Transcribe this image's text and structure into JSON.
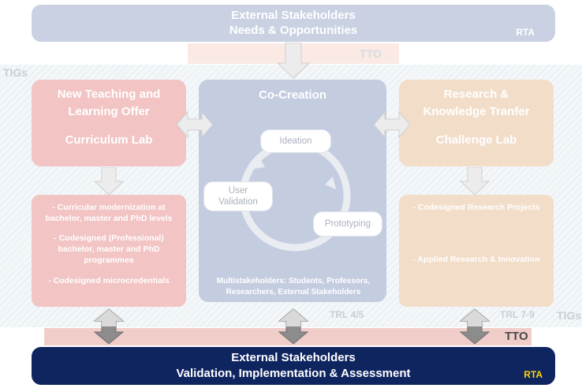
{
  "top": {
    "line1": "External Stakeholders",
    "line2": "Needs & Opportunities",
    "tag": "RTA"
  },
  "tto_top": "TTO",
  "tigs_left": "TIGs",
  "tigs_right": "TIGs",
  "left": {
    "title1": "New Teaching and",
    "title2": "Learning Offer",
    "lab": "Curriculum Lab",
    "items": [
      "- Curricular modernization at bachelor, master and PhD levels",
      "- Codesigned (Professional) bachelor, master and PhD programmes",
      "- Codesigned microcredentials"
    ]
  },
  "center": {
    "title": "Co-Creation",
    "cycle": [
      "Ideation",
      "Prototyping",
      "User Validation"
    ],
    "footer": "Multistakeholders: Students, Professors, Researchers, External Stakeholders"
  },
  "right": {
    "title1": "Research &",
    "title2": "Knowledge Tranfer",
    "lab": "Challenge Lab",
    "items": [
      "- Codesigned Research Projects",
      "- Applied Research & Innovation"
    ]
  },
  "trl_left": "TRL 4/5",
  "trl_right": "TRL 7-9",
  "tto_bottom": "TTO",
  "bottom": {
    "line1": "External Stakeholders",
    "line2": "Validation, Implementation & Assessment",
    "tag": "RTA"
  },
  "colors": {
    "navy": "#0f2560",
    "pink": "#f2c4c4",
    "tan": "#f2ddc9",
    "blue": "#c4cce0",
    "yellow": "#ffd400"
  }
}
